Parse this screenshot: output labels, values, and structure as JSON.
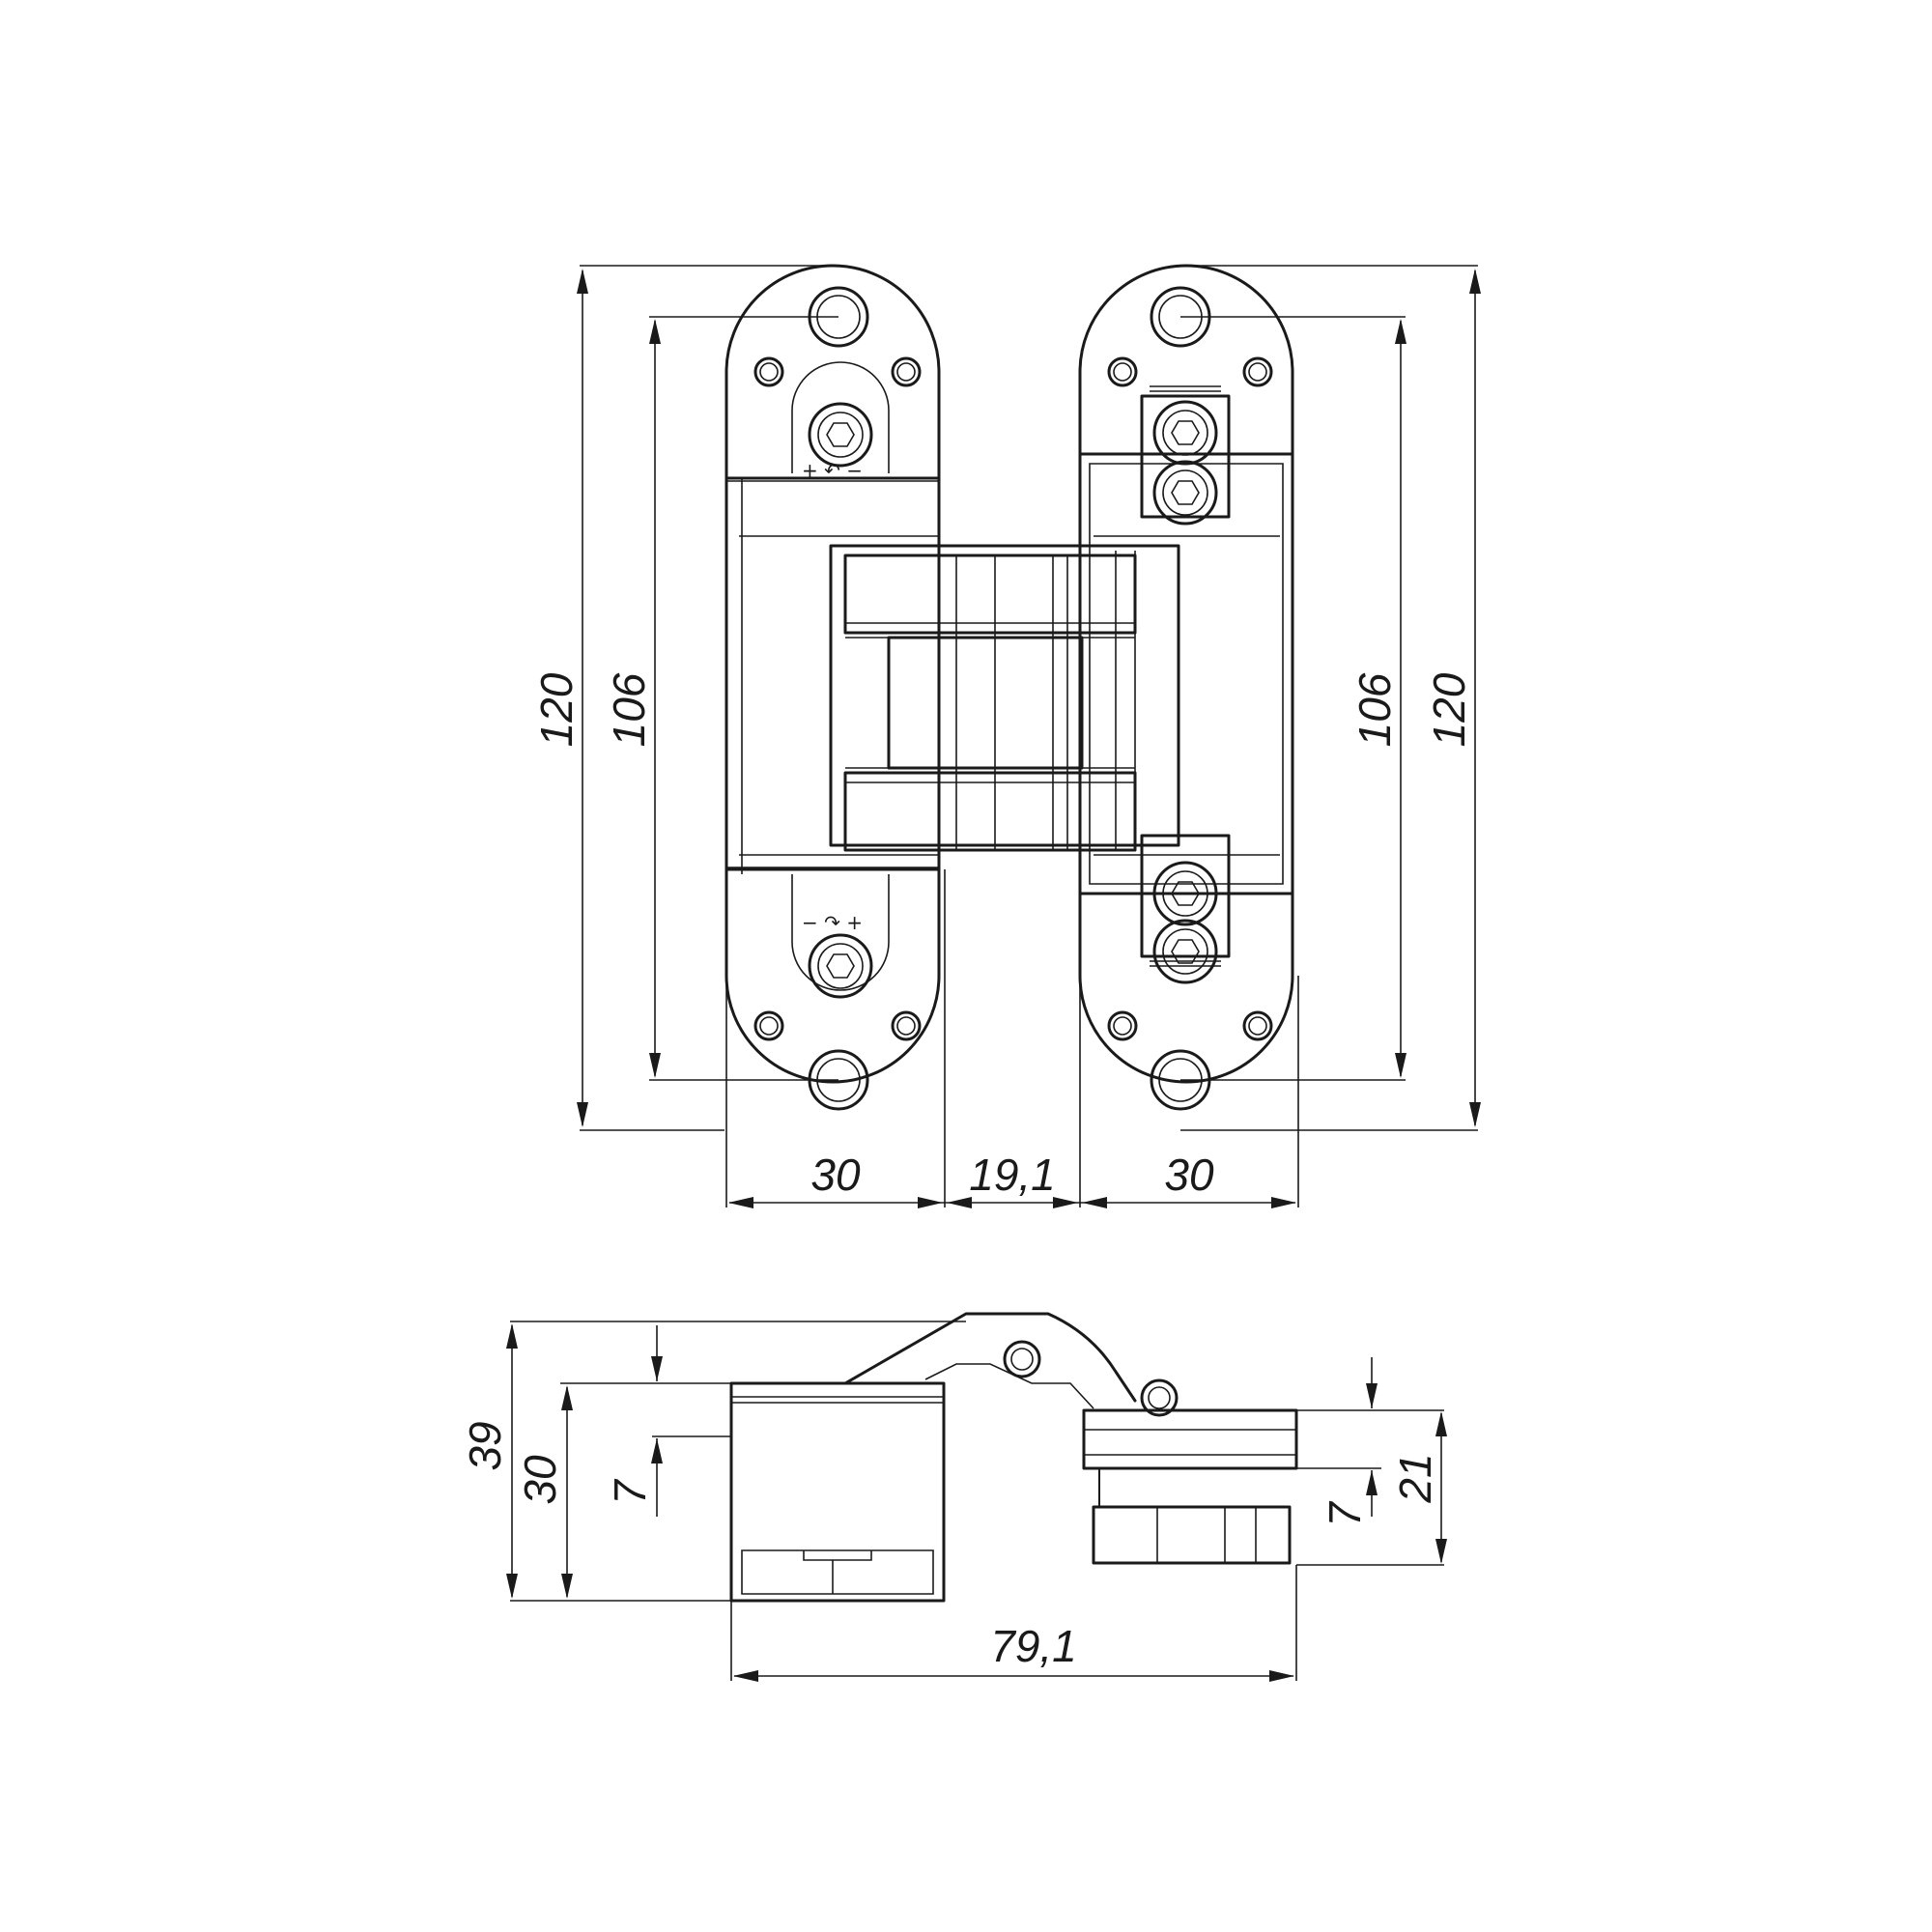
{
  "front_view": {
    "height_outer_left": "120",
    "height_holes_left": "106",
    "height_holes_right": "106",
    "height_outer_right": "120",
    "width_left_leaf": "30",
    "width_gap": "19,1",
    "width_right_leaf": "30",
    "adjust_top": "+ ↶ −",
    "adjust_bottom": "− ↷ +"
  },
  "side_view": {
    "total_height": "39",
    "body_height": "30",
    "left_step": "7",
    "right_step": "7",
    "right_body_height": "21",
    "total_width": "79,1"
  }
}
